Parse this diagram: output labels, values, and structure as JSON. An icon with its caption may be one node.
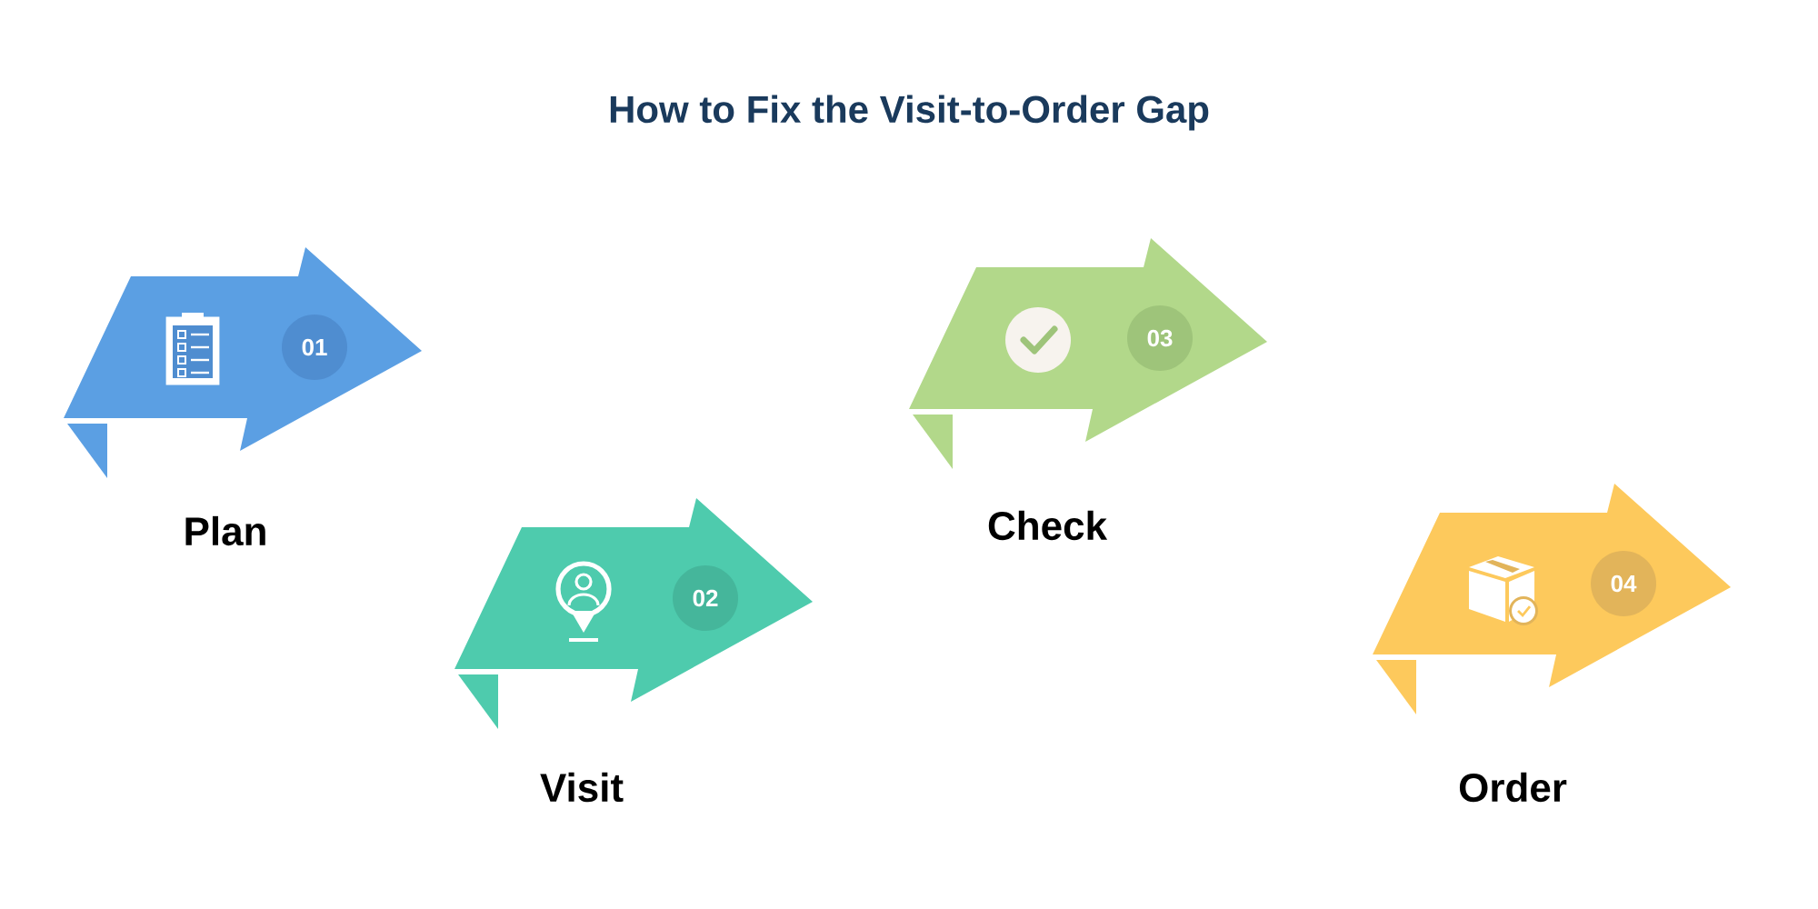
{
  "diagram": {
    "title": "How to Fix the Visit-to-Order Gap",
    "nodes": [
      {
        "text": [
          "01",
          "Plan"
        ]
      },
      {
        "text": [
          "02",
          "Visit"
        ]
      },
      {
        "text": [
          "03",
          "Check"
        ]
      },
      {
        "text": [
          "04",
          "Order"
        ]
      }
    ]
  }
}
